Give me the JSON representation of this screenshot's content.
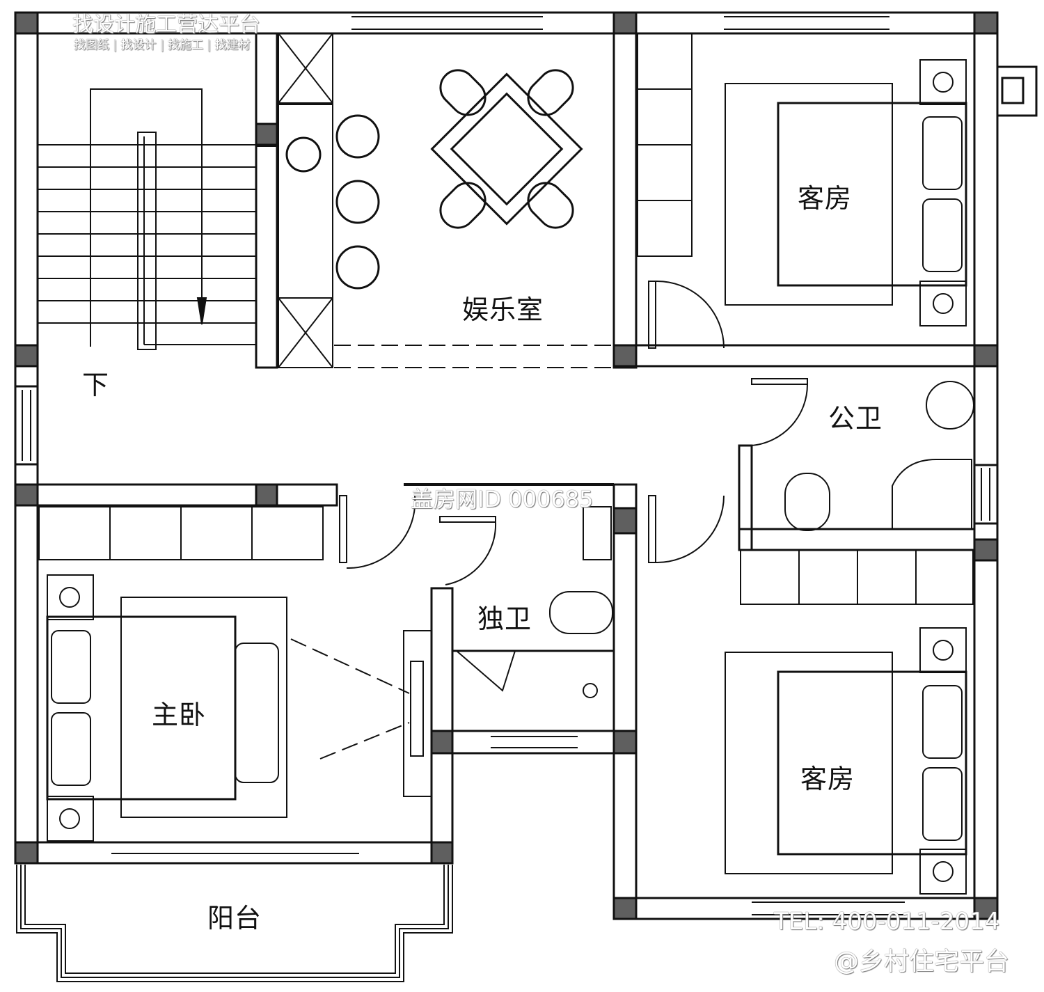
{
  "rooms": {
    "entertainment": "娱乐室",
    "guest_top": "客房",
    "guest_bottom": "客房",
    "public_bath": "公卫",
    "private_bath": "独卫",
    "master": "主卧",
    "balcony": "阳台",
    "stair_down": "下"
  },
  "watermarks": {
    "brand_title": "找设计施工营达平台",
    "brand_sub": "找图纸 | 找设计 | 找施工 | 找建材",
    "plan_id": "盖房网ID 000685",
    "tel": "TEL: 400-011-2014",
    "handle": "@乡村住宅平台"
  },
  "colors": {
    "wall": "#111111",
    "column": "#5f5f5f",
    "paper": "#ffffff"
  }
}
